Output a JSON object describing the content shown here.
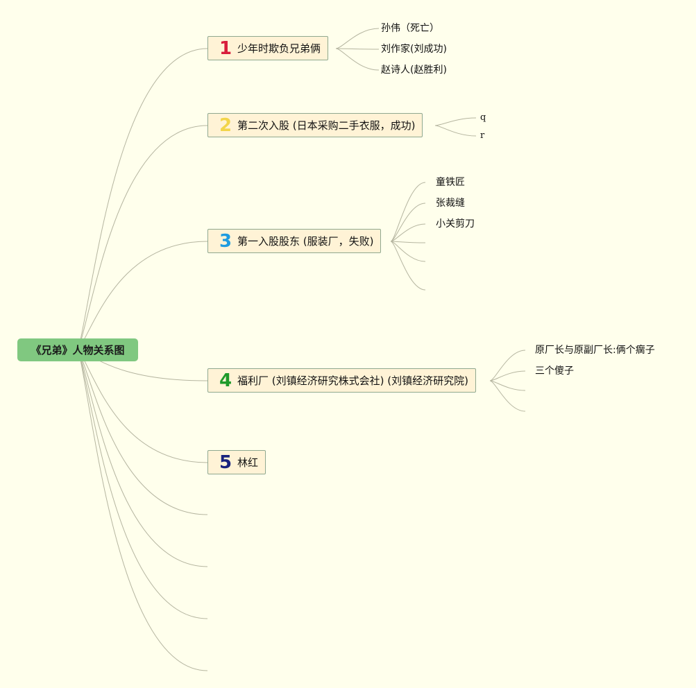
{
  "root": {
    "label": "《兄弟》人物关系图",
    "color": "#80c880"
  },
  "topics": [
    {
      "num": "1",
      "num_color": "#d81e3c",
      "label": "少年时欺负兄弟俩",
      "children": [
        "孙伟（死亡）",
        "刘作家(刘成功)",
        "赵诗人(赵胜利)"
      ]
    },
    {
      "num": "2",
      "num_color": "#f2d54a",
      "label": "第二次入股 (日本采购二手衣服，成功)",
      "children": [
        "q",
        "r"
      ]
    },
    {
      "num": "3",
      "num_color": "#1f9ce0",
      "label": "第一入股股东 (服装厂，失败)",
      "children": [
        "童铁匠",
        "张裁缝",
        "小关剪刀",
        "",
        "",
        ""
      ]
    },
    {
      "num": "4",
      "num_color": "#1e9a2a",
      "label": "福利厂 (刘镇经济研究株式会社) (刘镇经济研究院)",
      "children": [
        "原厂长与原副厂长:俩个瘸子",
        "三个傻子",
        "",
        ""
      ]
    },
    {
      "num": "5",
      "num_color": "#1a237e",
      "label": "林红",
      "children": []
    }
  ],
  "colors": {
    "background": "#ffffec",
    "line": "#b5b5a0",
    "topic_fill": "#fff3d6",
    "topic_border": "#8fa88f"
  }
}
